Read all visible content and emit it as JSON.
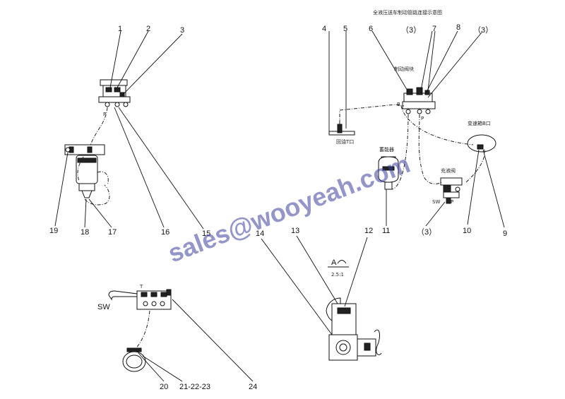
{
  "diagram": {
    "title": "全液压送车制动管路连接示意图",
    "labels": {
      "brake_valve_block": "制动阀块",
      "oil_return_port": "回油T口",
      "gearbox_port": "变速箱B口",
      "accumulator": "蓄能器",
      "charging_valve": "充液阀",
      "port_b": "B",
      "port_p1": "P",
      "port_p2": "P",
      "port_sw1": "SW",
      "port_p3": "P",
      "port_sw2": "SW",
      "port_t": "T"
    },
    "callouts": {
      "n1": "1",
      "n2": "2",
      "n3": "3",
      "n4": "4",
      "n5": "5",
      "n6": "6",
      "n6b": "（3）",
      "n7": "7",
      "n8": "8",
      "n8b": "（3）",
      "n9": "9",
      "n10": "10",
      "n11": "11",
      "n11b": "（3）",
      "n12": "12",
      "n13": "13",
      "n14": "14",
      "n15": "15",
      "n16": "16",
      "n17": "17",
      "n18": "18",
      "n19": "19",
      "n20": "20",
      "n21": "21-22-23",
      "n24": "24"
    },
    "detail": {
      "letter": "A",
      "scale": "2.5:1"
    },
    "watermark": "sales@wooyeah.com"
  }
}
